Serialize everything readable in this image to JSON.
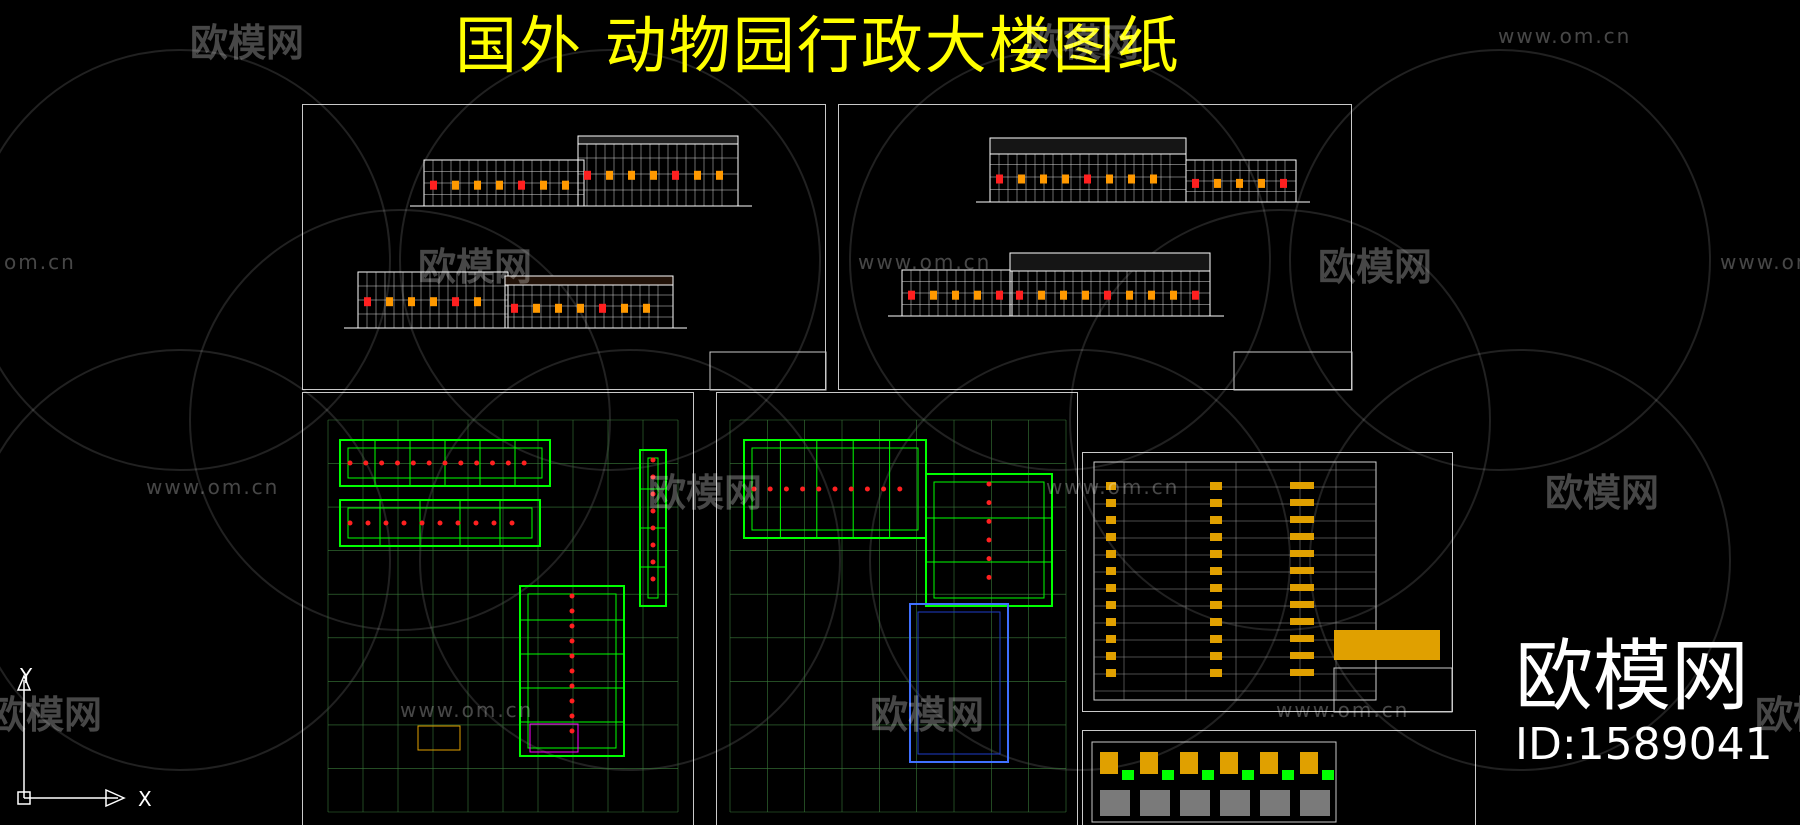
{
  "header": {
    "title": "国外  动物园行政大楼图纸"
  },
  "watermarks": {
    "cn_text": "欧模网",
    "url_text": "www.om.cn",
    "cut_url_left": "om.cn",
    "cut_url_right": "www.om.cn",
    "cut_url_mid": "www.om.cn"
  },
  "brand": {
    "logo_text": "欧模网",
    "id_text": "ID:1589041"
  },
  "ucs_axes": {
    "x_label": "X",
    "y_label": "Y"
  },
  "colors": {
    "background": "#000000",
    "title": "#ffff00",
    "sheet_border": "#c9c9c9",
    "wall_green": "#00ff00",
    "window_yellow": "#ffff00",
    "accent_red": "#ff2020",
    "accent_orange": "#ff9900",
    "accent_magenta": "#ff00ff",
    "grid_blue": "#4070ff",
    "schedule_orange": "#e0a000"
  }
}
